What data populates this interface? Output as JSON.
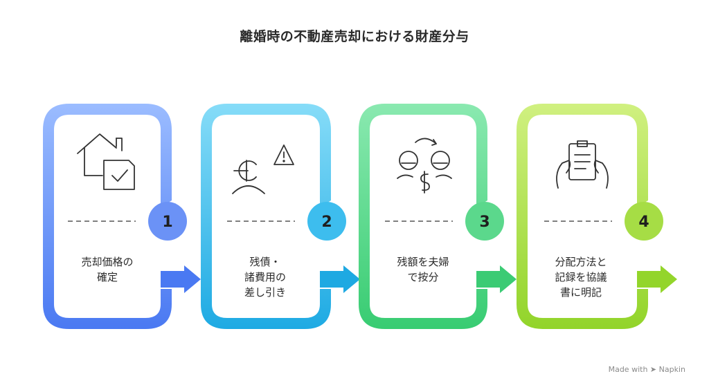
{
  "title": "離婚時の不動産売却における財産分与",
  "steps": [
    {
      "number": "1",
      "label_lines": [
        "売却価格の",
        "確定"
      ],
      "icon": "house-check-icon",
      "color_top": "#8fb2ff",
      "color_bottom": "#4d7df4"
    },
    {
      "number": "2",
      "label_lines": [
        "残債・",
        "諸費用の",
        "差し引き"
      ],
      "icon": "person-debt-warning-icon",
      "color_top": "#7ad6f7",
      "color_bottom": "#21aee6"
    },
    {
      "number": "3",
      "label_lines": [
        "残額を夫婦",
        "で按分"
      ],
      "icon": "split-money-icon",
      "color_top": "#7ee6a8",
      "color_bottom": "#3ccf77"
    },
    {
      "number": "4",
      "label_lines": [
        "分配方法と",
        "記録を協議",
        "書に明記"
      ],
      "icon": "document-hands-icon",
      "color_top": "#c9ee78",
      "color_bottom": "#96d62f"
    }
  ],
  "footer": {
    "made_with": "Made with",
    "brand": "Napkin"
  }
}
